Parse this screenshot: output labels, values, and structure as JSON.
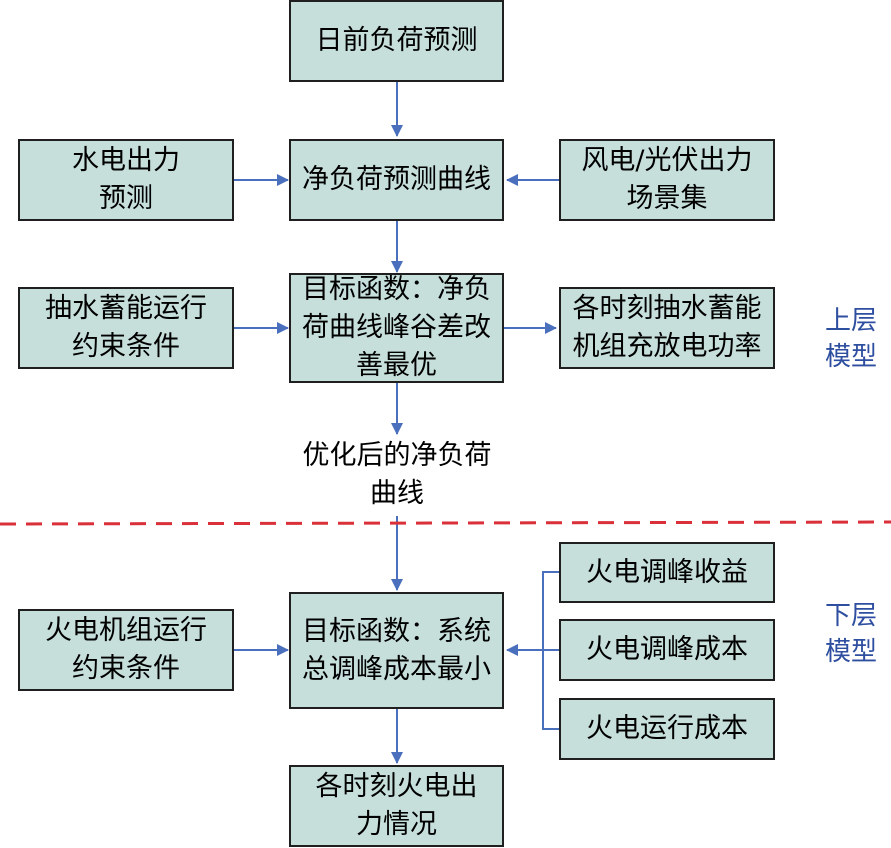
{
  "nodes": {
    "day_ahead_load": "日前负荷预测",
    "hydro_forecast": "水电出力\n预测",
    "net_load_curve": "净负荷预测曲线",
    "wind_pv_scenarios": "风电/光伏出力\n场景集",
    "pumped_storage_constraints": "抽水蓄能运行\n约束条件",
    "upper_objective": "目标函数：净负\n荷曲线峰谷差改\n善最优",
    "pumped_storage_power": "各时刻抽水蓄能\n机组充放电功率",
    "optimized_net_load": "优化后的净负荷\n曲线",
    "thermal_constraints": "火电机组运行\n约束条件",
    "lower_objective": "目标函数：系统\n总调峰成本最小",
    "thermal_peak_revenue": "火电调峰收益",
    "thermal_peak_cost": "火电调峰成本",
    "thermal_operating_cost": "火电运行成本",
    "thermal_output": "各时刻火电出\n力情况"
  },
  "labels": {
    "upper_model": "上层\n模型",
    "lower_model": "下层\n模型"
  },
  "colors": {
    "box_fill": "#c6dfdb",
    "box_border": "#1f1f1f",
    "arrow": "#4a6fbd",
    "divider": "#d9303a",
    "model_label": "#2e4ea0"
  }
}
